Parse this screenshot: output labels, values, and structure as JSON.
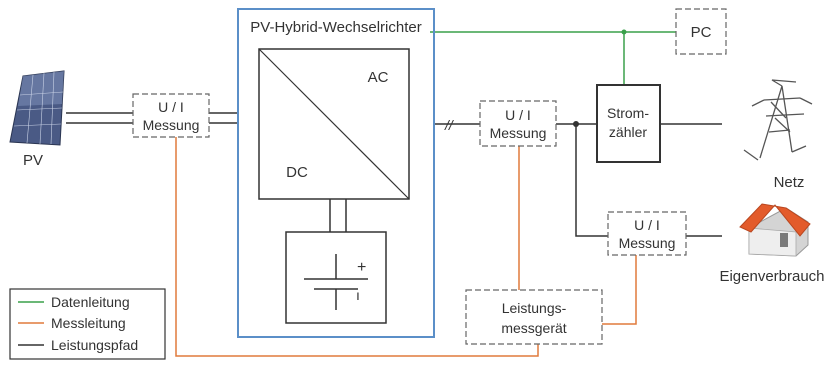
{
  "inverter": {
    "title": "PV-Hybrid-Wechselrichter",
    "ac_label": "AC",
    "dc_label": "DC"
  },
  "pv": {
    "label": "PV"
  },
  "battery": {
    "plus": "+",
    "minus": "ı"
  },
  "ui_measurement": {
    "line1": "U / I",
    "line2": "Messung"
  },
  "pc": {
    "label": "PC"
  },
  "meter": {
    "line1": "Strom-",
    "line2": "zähler"
  },
  "grid": {
    "label": "Netz"
  },
  "consumption": {
    "label": "Eigenverbrauch"
  },
  "power_meter": {
    "line1": "Leistungs-",
    "line2": "messgerät"
  },
  "line_break_marker": "//",
  "legend": {
    "items": [
      {
        "label": "Datenleitung",
        "color": "#3aa04a"
      },
      {
        "label": "Messleitung",
        "color": "#e07a3c"
      },
      {
        "label": "Leistungspfad",
        "color": "#333333"
      }
    ]
  },
  "colors": {
    "data_line": "#3aa04a",
    "measure_line": "#e07a3c",
    "power_line": "#333333",
    "inverter_border": "#5b8fc8",
    "house_roof": "#e35b2b"
  }
}
